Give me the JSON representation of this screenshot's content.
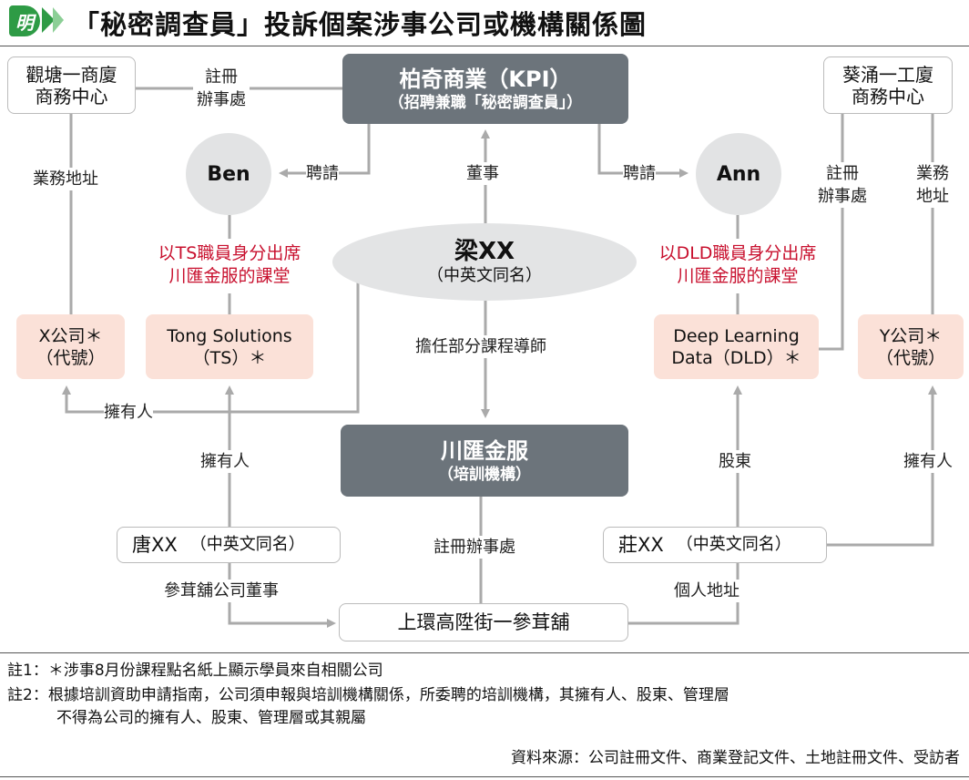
{
  "header": {
    "logo_text": "明",
    "title": "「秘密調查員」投訴個案涉事公司或機構關係圖",
    "accent_color": "#2e9b45"
  },
  "nodes": {
    "kwun_tong": [
      "觀塘一商廈",
      "商務中心"
    ],
    "kpi": {
      "name": "柏奇商業（KPI）",
      "sub": "（招聘兼職「秘密調查員」）"
    },
    "kwai_chung": [
      "葵涌一工廈",
      "商務中心"
    ],
    "ben": "Ben",
    "ann": "Ann",
    "leung": {
      "name": "梁XX",
      "sub": "（中英文同名）"
    },
    "x_company": [
      "X公司＊",
      "（代號）"
    ],
    "tong_solutions": [
      "Tong Solutions",
      "（TS）＊"
    ],
    "dld": [
      "Deep Learning",
      "Data（DLD）＊"
    ],
    "y_company": [
      "Y公司＊",
      "（代號）"
    ],
    "chuen_wui": {
      "name": "川匯金服",
      "sub": "（培訓機構）"
    },
    "tong": {
      "name": "唐XX",
      "sub": "（中英文同名）"
    },
    "chong": {
      "name": "莊XX",
      "sub": "（中英文同名）"
    },
    "shop": "上環高陞街一參茸舖"
  },
  "labels": {
    "kt_registered": [
      "註冊",
      "辦事處"
    ],
    "kt_business": "業務地址",
    "hire_ben": "聘請",
    "director": "董事",
    "hire_ann": "聘請",
    "kc_registered": [
      "註冊",
      "辦事處"
    ],
    "kc_business": [
      "業務",
      "地址"
    ],
    "ben_red": [
      "以TS職員身分出席",
      "川匯金服的課堂"
    ],
    "ann_red": [
      "以DLD職員身分出席",
      "川匯金服的課堂"
    ],
    "tutor": "擔任部分課程導師",
    "x_owner": "擁有人",
    "ts_owner": "擁有人",
    "dld_shareholder": "股東",
    "y_owner": "擁有人",
    "shop_registered": "註冊辦事處",
    "shop_director": "參茸舖公司董事",
    "personal_address": "個人地址"
  },
  "notes": {
    "note1": "註1：＊涉事8月份課程點名紙上顯示學員來自相關公司",
    "note2_line1": "註2：根據培訓資助申請指南，公司須申報與培訓機構關係，所委聘的培訓機構，其擁有人、股東、管理層",
    "note2_line2": "不得為公司的擁有人、股東、管理層或其親屬",
    "source": "資料來源：公司註冊文件、商業登記文件、土地註冊文件、受訪者"
  },
  "colors": {
    "dark_box": "#6c747b",
    "pink_box": "#fbe1d8",
    "circle_fill": "#e2e3e4",
    "edge": "#aaaaaa",
    "red_text": "#c8102e"
  }
}
